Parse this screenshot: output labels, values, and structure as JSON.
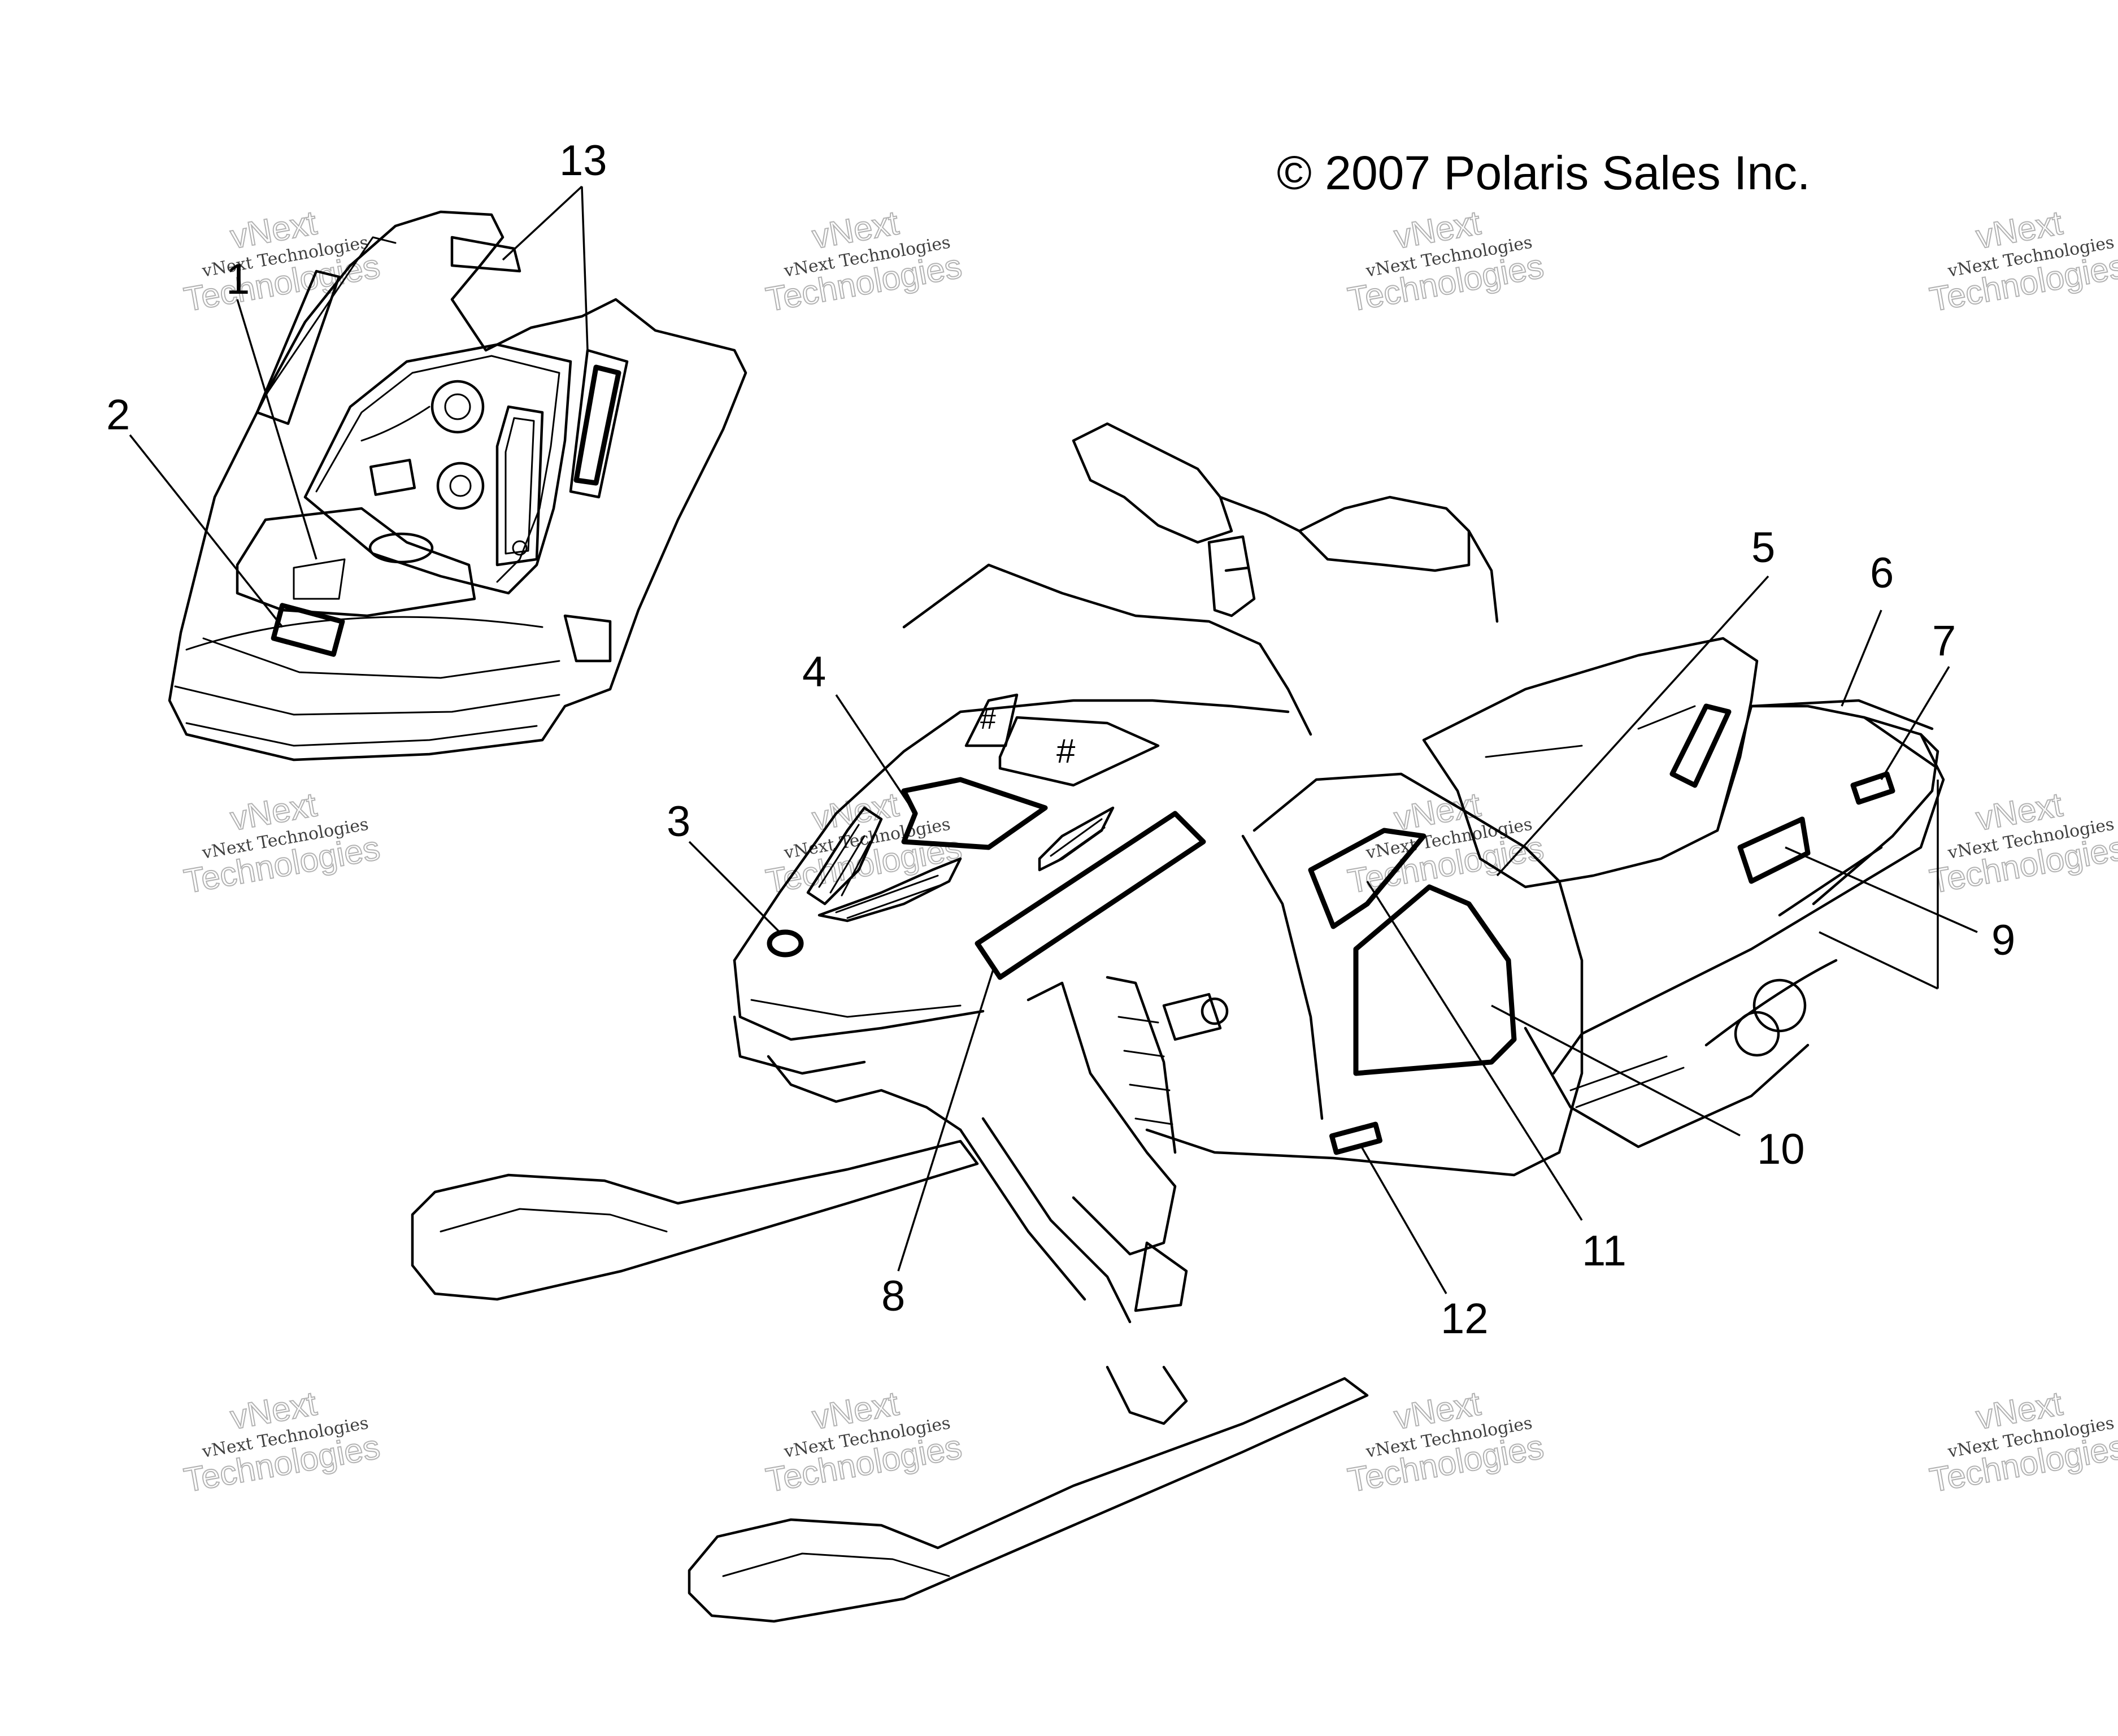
{
  "copyright": "© 2007 Polaris Sales Inc.",
  "callouts": [
    "1",
    "2",
    "3",
    "4",
    "5",
    "6",
    "7",
    "8",
    "9",
    "10",
    "11",
    "12",
    "13"
  ],
  "watermark": {
    "line1": "vNext Technologies",
    "line2": "vNext",
    "line3": "Technologies"
  },
  "colors": {
    "ink": "#000000",
    "background": "#ffffff",
    "watermark": "#999999"
  }
}
